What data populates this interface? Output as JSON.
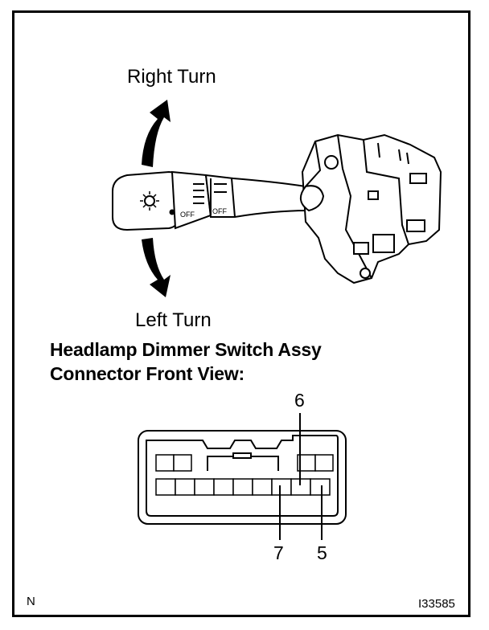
{
  "labels": {
    "right_turn": "Right Turn",
    "left_turn": "Left Turn"
  },
  "switch_marks": {
    "off": "OFF"
  },
  "heading": {
    "line1": "Headlamp Dimmer Switch Assy",
    "line2": "Connector Front View:"
  },
  "pins": {
    "pin6": "6",
    "pin7": "7",
    "pin5": "5"
  },
  "footer": {
    "orientation": "N",
    "figure_id": "I33585"
  }
}
